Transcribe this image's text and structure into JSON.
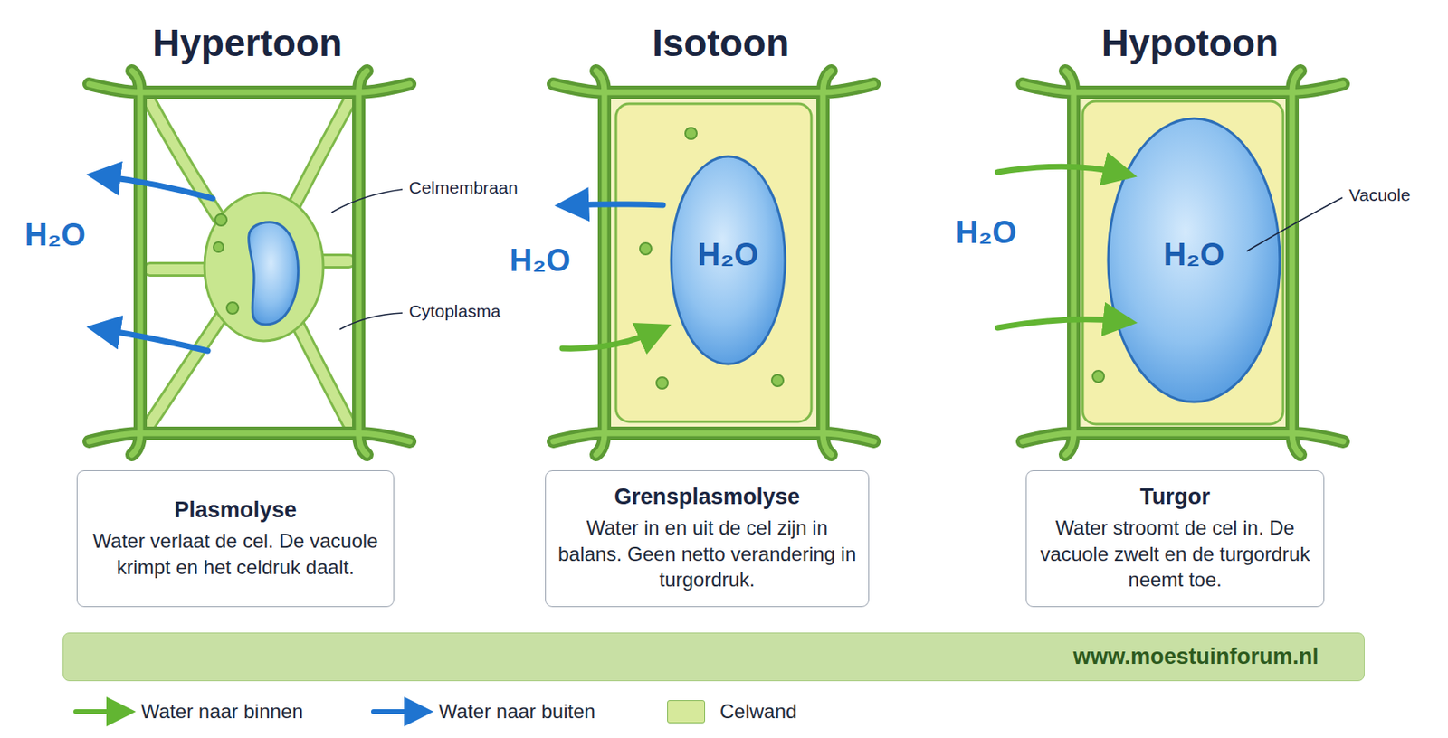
{
  "diagram": {
    "nodes": [
      {
        "text": [
          "Plasmolyse",
          "Water verlaat de cel. De vacuole krimpt en het celdruk daalt."
        ]
      },
      {
        "text": [
          "Grensplasmolyse",
          "Water in en uit de cel zijn in balans. Geen netto verandering in turgordruk."
        ]
      },
      {
        "text": [
          "Turgor",
          "Water stroomt de cel in. De vacuole zwelt en de turgordruk neemt toe."
        ]
      },
      {
        "text": [
          "www.moestuinforum.nl"
        ]
      }
    ],
    "labels": [
      "Hypertoon",
      "Isotoon",
      "Hypotoon",
      "H₂O",
      "Celmembraan",
      "Cytoplasma",
      "H₂O",
      "H₂O",
      "H₂O",
      "Vacuole",
      "H₂O"
    ],
    "legend": [
      {
        "text": "Water naar binnen"
      },
      {
        "text": "Water naar buiten"
      },
      {
        "text": "Celwand",
        "color": "#d6e99b"
      }
    ]
  }
}
